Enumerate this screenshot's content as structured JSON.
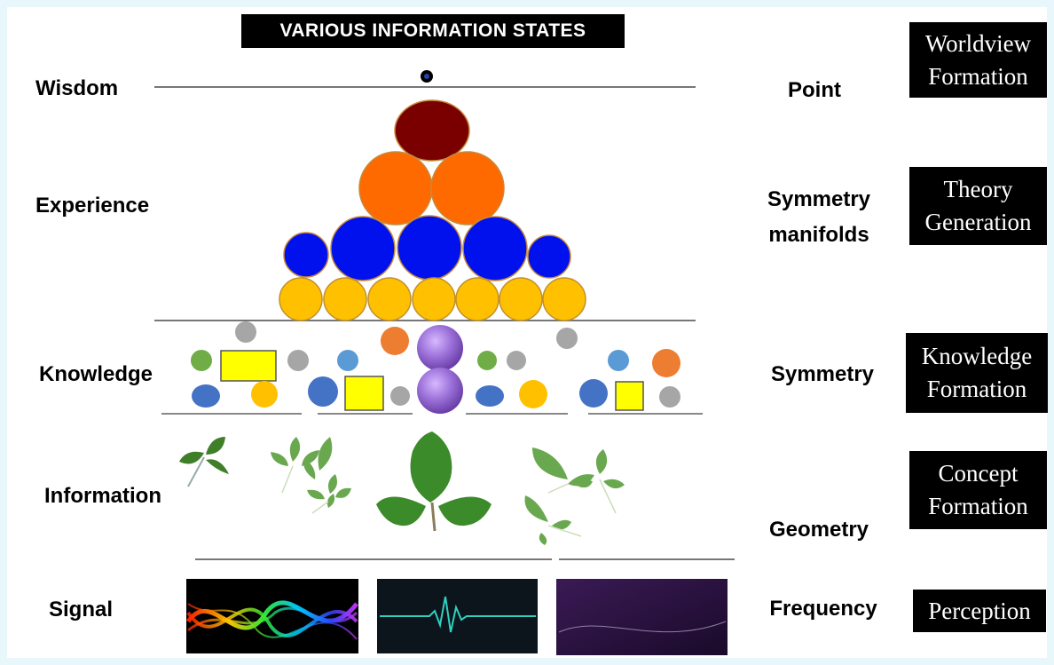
{
  "title": "VARIOUS INFORMATION STATES",
  "levels": [
    "Wisdom",
    "Experience",
    "Knowledge",
    "Information",
    "Signal"
  ],
  "states": [
    "Point",
    "Symmetry manifolds",
    "Symmetry",
    "Geometry",
    "Frequency"
  ],
  "stages": [
    "Worldview Formation",
    "Theory Generation",
    "Knowledge Formation",
    "Concept Formation",
    "Perception"
  ],
  "colors": {
    "wisdom_top": "#7a0000",
    "orange": "#ff6a00",
    "blue": "#0011ee",
    "gold": "#ffc000",
    "line": "#777777"
  }
}
